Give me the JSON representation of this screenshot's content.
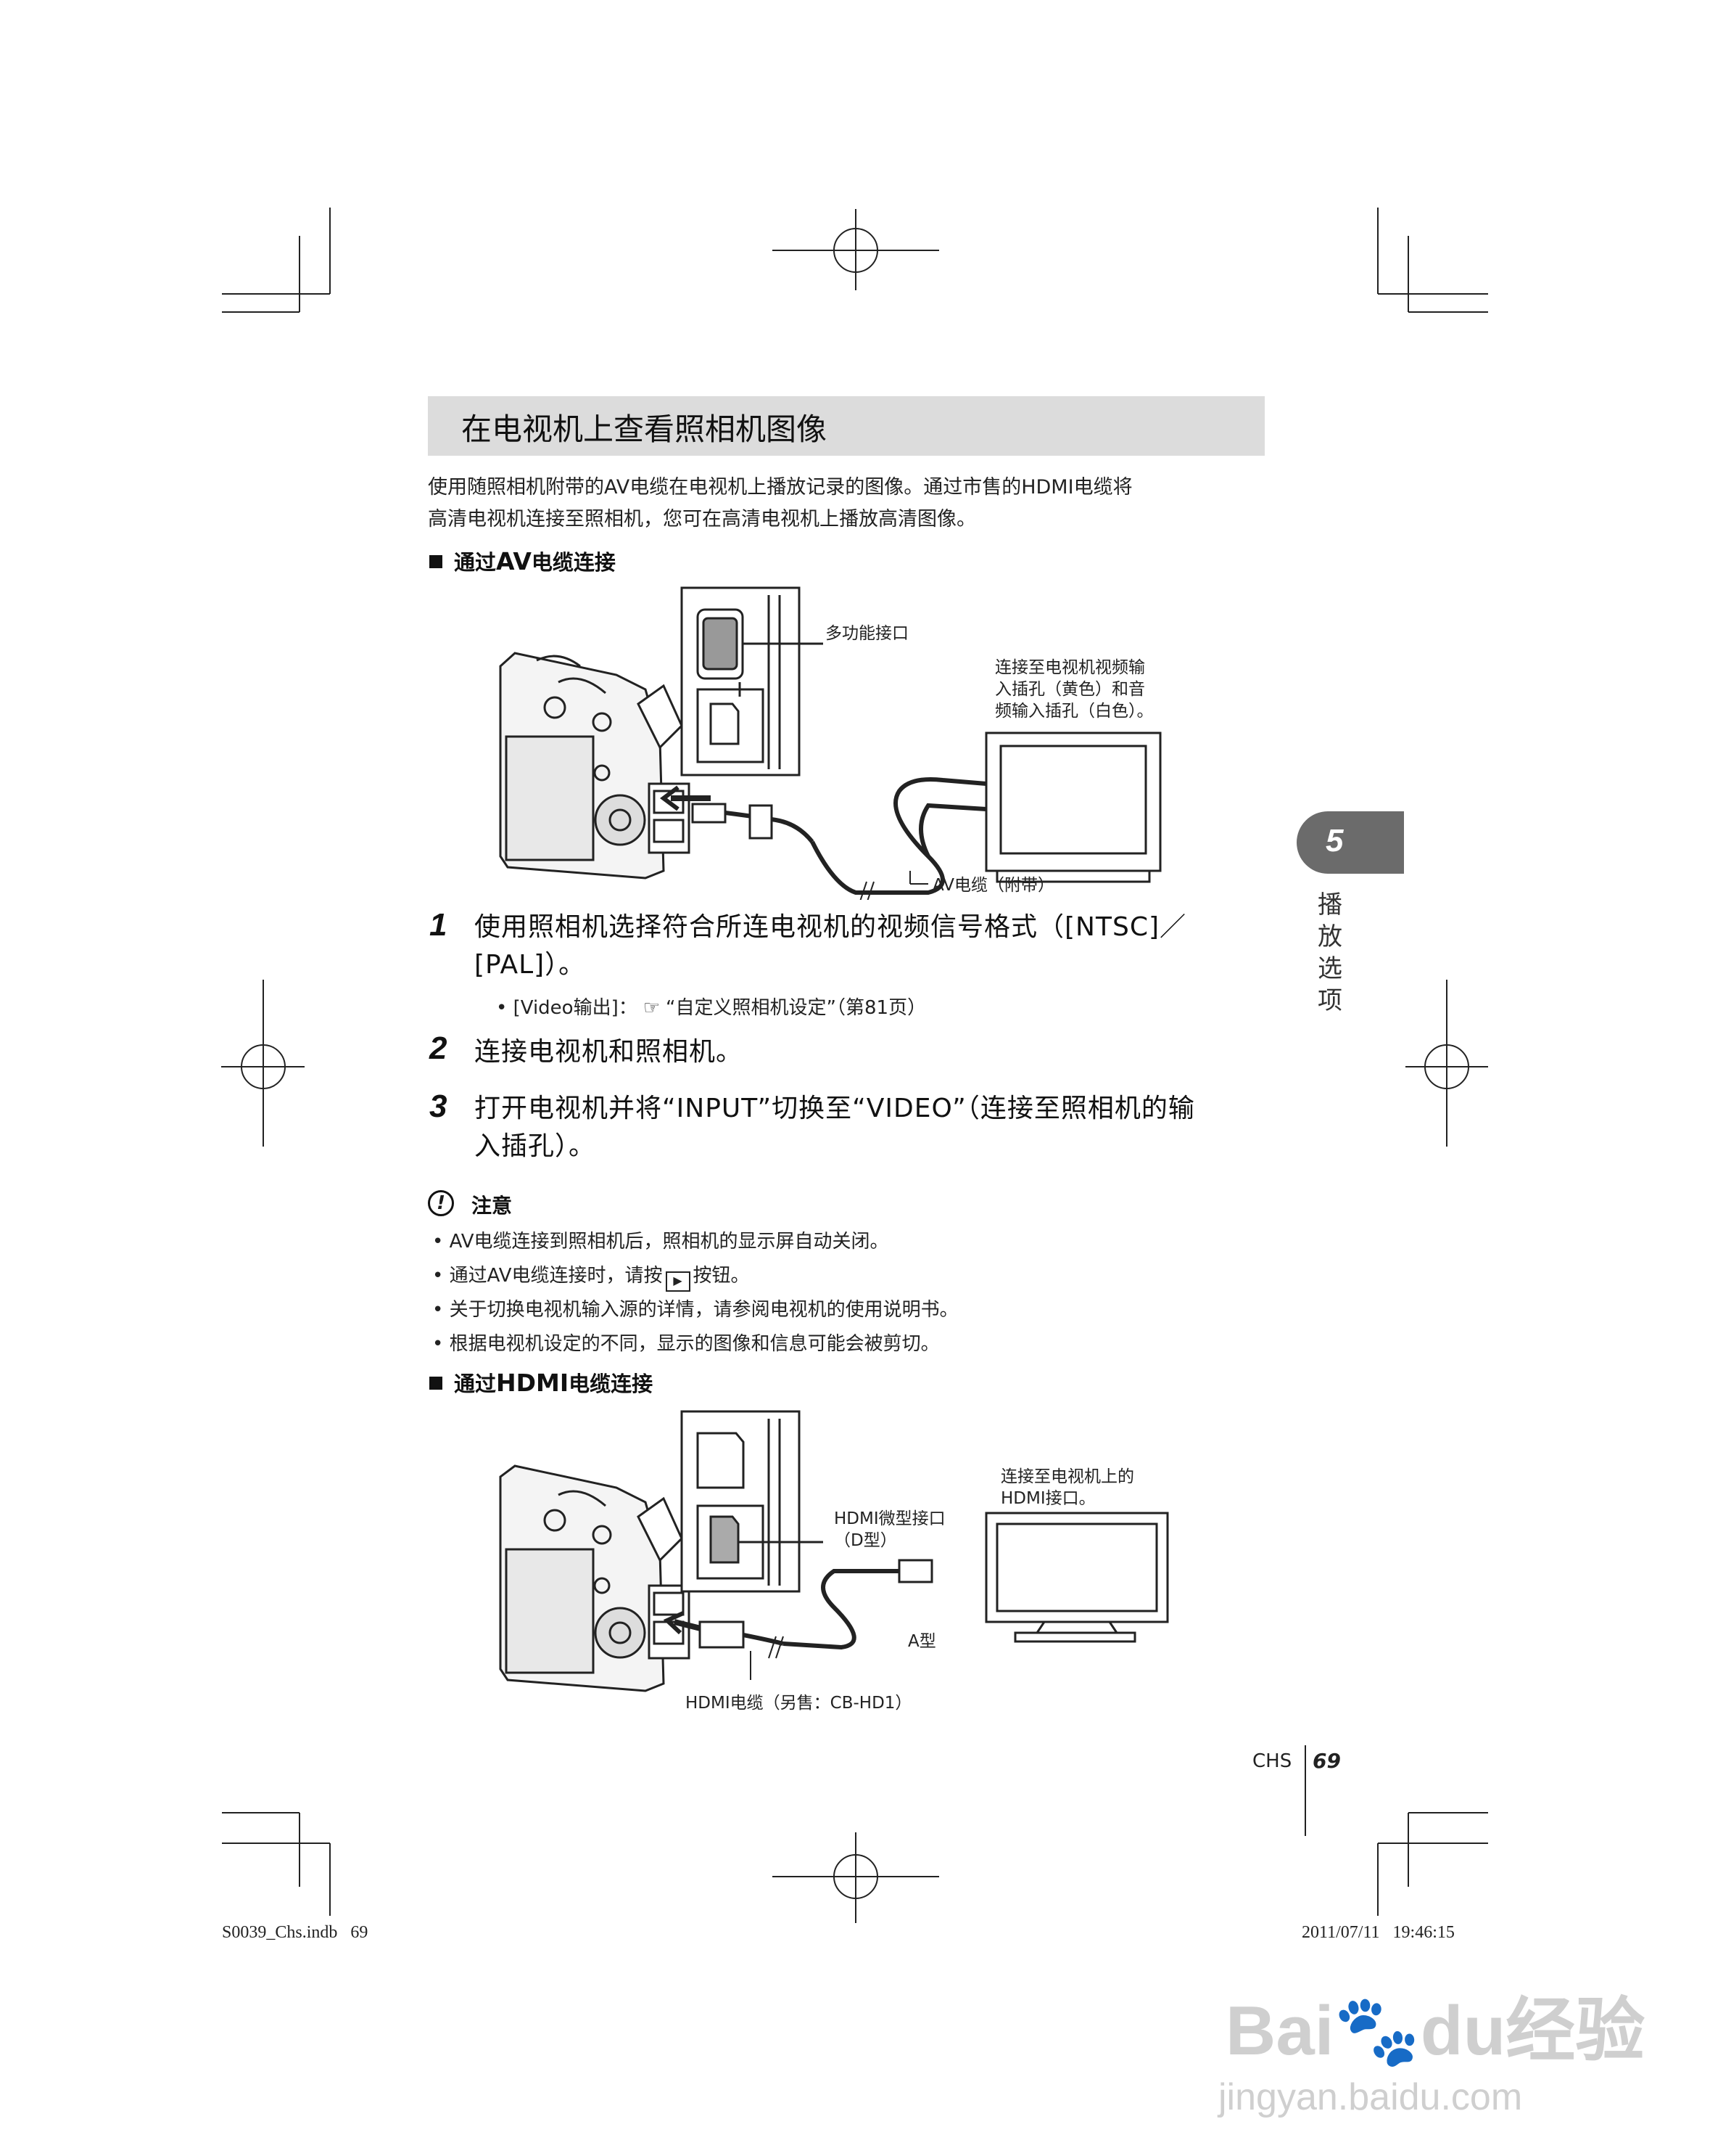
{
  "title": "在电视机上查看照相机图像",
  "intro": [
    "使用随照相机附带的AV电缆在电视机上播放记录的图像。通过市售的HDMI电缆将",
    "高清电视机连接至照相机，您可在高清电视机上播放高清图像。"
  ],
  "section_av": {
    "prefix": "通过",
    "bold": "AV",
    "suffix": "电缆连接"
  },
  "fig_av": {
    "multi_connector": "多功能接口",
    "tv_note": [
      "连接至电视机视频输",
      "入插孔（黄色）和音",
      "频输入插孔（白色）。"
    ],
    "cable": "AV电缆（附带）"
  },
  "steps": [
    {
      "num": "1",
      "lines": [
        "使用照相机选择符合所连电视机的视频信号格式（[NTSC]／",
        "[PAL]）。"
      ]
    },
    {
      "num": "2",
      "lines": [
        "连接电视机和照相机。"
      ]
    },
    {
      "num": "3",
      "lines": [
        "打开电视机并将“INPUT”切换至“VIDEO”（连接至照相机的输",
        "入插孔）。"
      ]
    }
  ],
  "step1_sub": {
    "pre": "• [Video输出]：",
    "ref": "“自定义照相机设定”（第81页）"
  },
  "note": {
    "title": "注意",
    "items": [
      "AV电缆连接到照相机后，照相机的显示屏自动关闭。",
      "通过AV电缆连接时，请按",
      "关于切换电视机输入源的详情，请参阅电视机的使用说明书。",
      "根据电视机设定的不同，显示的图像和信息可能会被剪切。"
    ],
    "item2_suffix": "按钮。"
  },
  "section_hdmi": {
    "prefix": "通过",
    "bold": "HDMI",
    "suffix": "电缆连接"
  },
  "fig_hdmi": {
    "tv_note": [
      "连接至电视机上的",
      "HDMI接口。"
    ],
    "micro": [
      "HDMI微型接口",
      "（D型）"
    ],
    "type_a": "A型",
    "cable": "HDMI电缆（另售：CB-HD1）"
  },
  "tab": {
    "num": "5",
    "label": [
      "播",
      "放",
      "选",
      "项"
    ]
  },
  "footer": {
    "lang": "CHS",
    "page": "69",
    "file": "S0039_Chs.indb   69",
    "date": "2011/07/11   19:46:15"
  },
  "watermark": {
    "brand": "Bai",
    "brand2": "du",
    "cn": "经验",
    "url": "jingyan.baidu.com"
  }
}
